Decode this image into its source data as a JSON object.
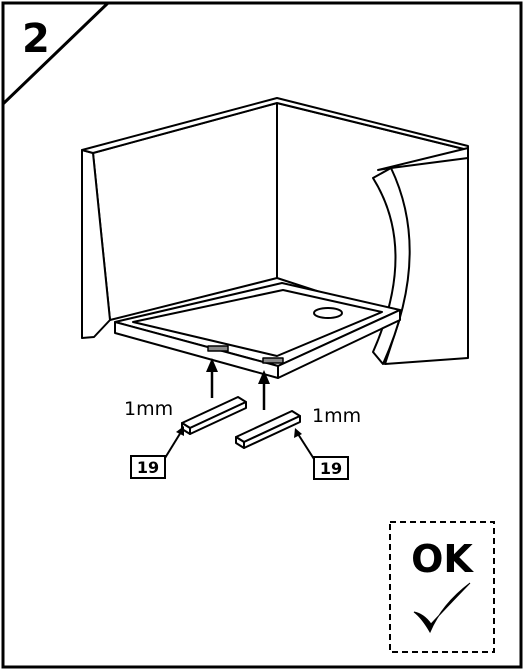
{
  "step": {
    "number": "2"
  },
  "dimensions": {
    "left_gap": "1mm",
    "right_gap": "1mm"
  },
  "parts": {
    "left_shim": "19",
    "right_shim": "19"
  },
  "status": {
    "ok_label": "OK",
    "check_icon": "checkmark-icon"
  },
  "colors": {
    "line": "#000000",
    "background": "#ffffff"
  }
}
